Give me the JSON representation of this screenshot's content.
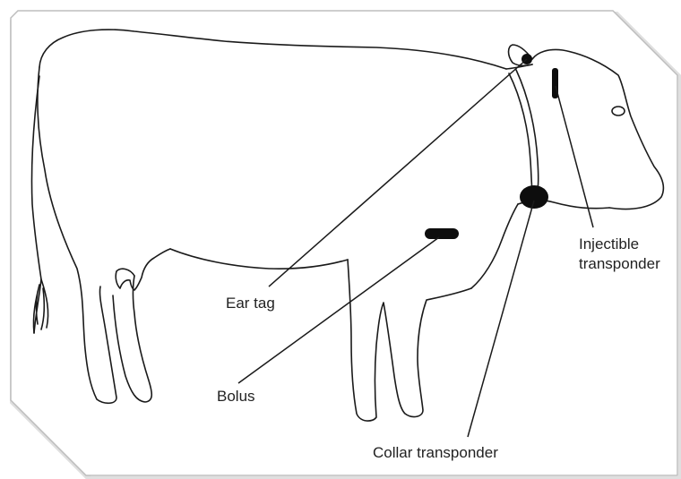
{
  "labels": {
    "ear_tag": "Ear tag",
    "bolus": "Bolus",
    "collar": "Collar transponder",
    "injectable_line1": "Injectible",
    "injectable_line2": "transponder"
  },
  "colors": {
    "background": "#ffffff",
    "outline": "#1a1a1a",
    "device": "#0d0d0d",
    "frame_shadow": "#c8c8c8"
  }
}
